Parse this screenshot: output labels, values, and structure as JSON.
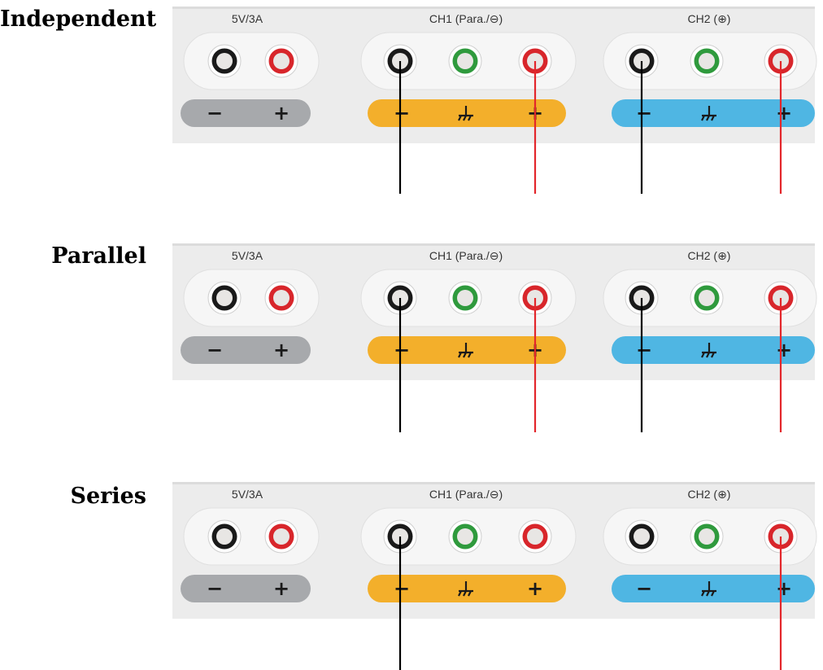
{
  "modes": [
    {
      "label": "Independent",
      "wires": [
        {
          "terminal": "ch1_minus",
          "color": "#000000"
        },
        {
          "terminal": "ch1_plus",
          "color": "#e3262b"
        },
        {
          "terminal": "ch2_minus",
          "color": "#000000"
        },
        {
          "terminal": "ch2_plus",
          "color": "#e3262b"
        }
      ]
    },
    {
      "label": "Parallel",
      "wires": [
        {
          "terminal": "ch1_minus",
          "color": "#000000"
        },
        {
          "terminal": "ch1_plus",
          "color": "#e3262b"
        },
        {
          "terminal": "ch2_minus",
          "color": "#000000"
        },
        {
          "terminal": "ch2_plus",
          "color": "#e3262b"
        }
      ]
    },
    {
      "label": "Series",
      "wires": [
        {
          "terminal": "ch1_minus",
          "color": "#000000"
        },
        {
          "terminal": "ch2_plus",
          "color": "#e3262b"
        }
      ]
    }
  ],
  "sections": {
    "fixed": {
      "title": "5V/3A",
      "minus": "−",
      "plus": "+",
      "bar_color": "#a7a9ac"
    },
    "ch1": {
      "title": "CH1 (Para./⊖)",
      "minus": "−",
      "plus": "+",
      "bar_color": "#f3af2b"
    },
    "ch2": {
      "title": "CH2 (⊕)",
      "minus": "−",
      "plus": "+",
      "bar_color": "#4fb6e3"
    }
  },
  "terminal_colors": {
    "black": "#1a1a1a",
    "red": "#d8262b",
    "green": "#2f9a3d",
    "center": "#e8e6e4"
  },
  "panel_color": "#ececec"
}
